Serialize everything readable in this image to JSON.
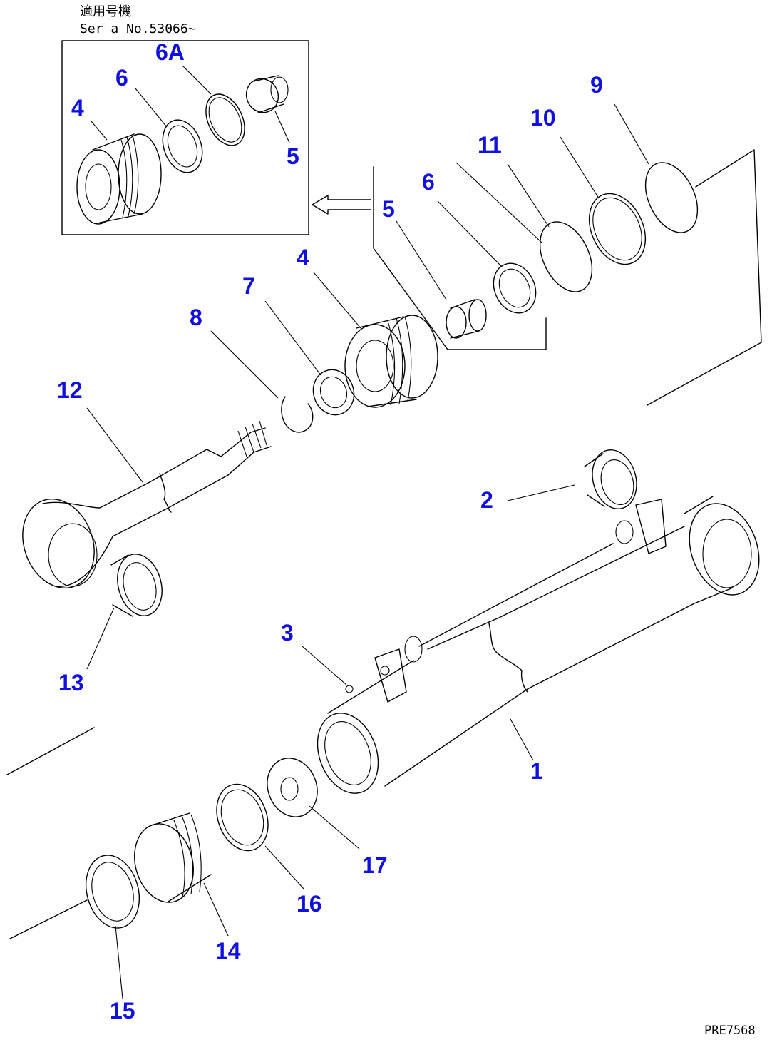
{
  "drawing": {
    "applicability_jp": "適用号機",
    "serial_note": "Ser a  No.53066~",
    "drawing_code": "PRE7568"
  },
  "callouts": {
    "c1": "1",
    "c2": "2",
    "c3": "3",
    "c4_inset": "4",
    "c4": "4",
    "c5_inset": "5",
    "c5": "5",
    "c6_inset": "6",
    "c6": "6",
    "c6A": "6A",
    "c7": "7",
    "c8": "8",
    "c9": "9",
    "c10": "10",
    "c11": "11",
    "c12": "12",
    "c13": "13",
    "c14": "14",
    "c15": "15",
    "c16": "16",
    "c17": "17"
  },
  "colors": {
    "callout": "#1010e0",
    "linework": "#000000",
    "background": "#ffffff"
  }
}
